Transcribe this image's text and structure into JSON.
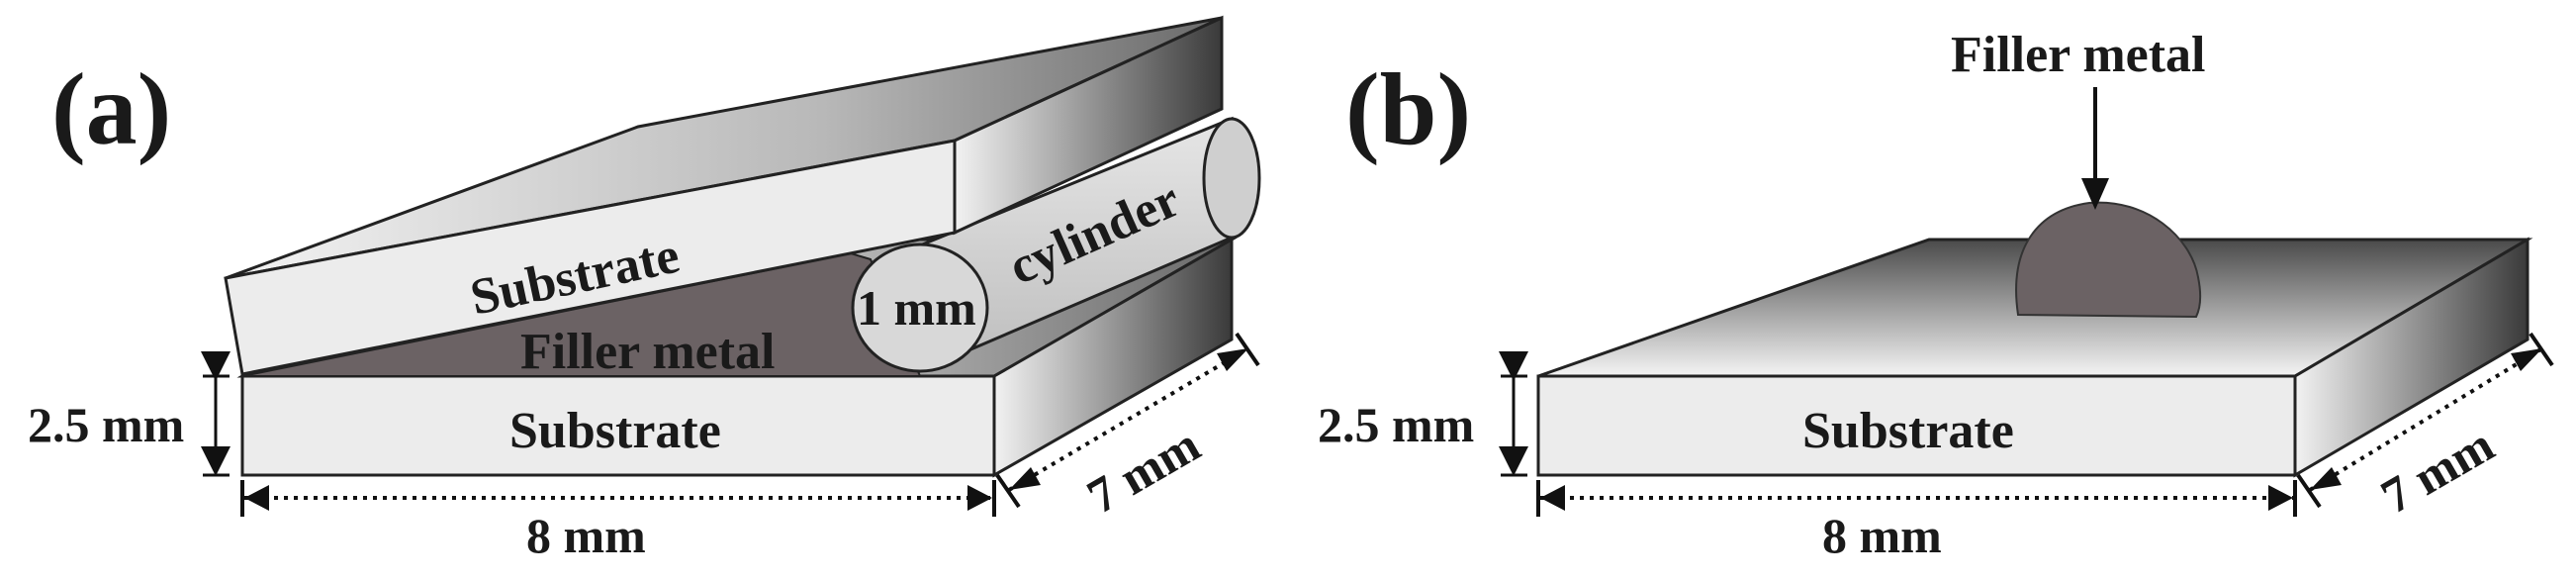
{
  "panel_a": {
    "label": "(a)",
    "top_substrate": "Substrate",
    "bottom_substrate": "Substrate",
    "filler": "Filler metal",
    "cylinder": "cylinder",
    "cylinder_dia": "1 mm",
    "thickness": "2.5 mm",
    "length": "8 mm",
    "width": "7 mm"
  },
  "panel_b": {
    "label": "(b)",
    "filler": "Filler metal",
    "substrate": "Substrate",
    "thickness": "2.5 mm",
    "length": "8 mm",
    "width": "7 mm"
  },
  "colors": {
    "light_face": "#ececec",
    "dark_end": "#3a3a3a",
    "filler": "#6b6264",
    "outline": "#222222"
  }
}
